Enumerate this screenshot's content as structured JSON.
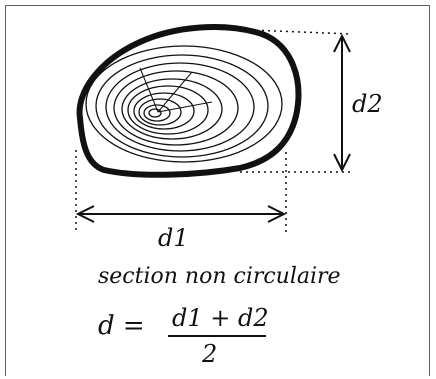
{
  "diagram": {
    "label_d1": "d1",
    "label_d2": "d2",
    "caption": "section non circulaire"
  },
  "formula": {
    "lhs": "d =",
    "numerator": "d1 + d2",
    "denominator": "2"
  },
  "colors": {
    "frame": "#c4304a",
    "ink": "#111111"
  }
}
